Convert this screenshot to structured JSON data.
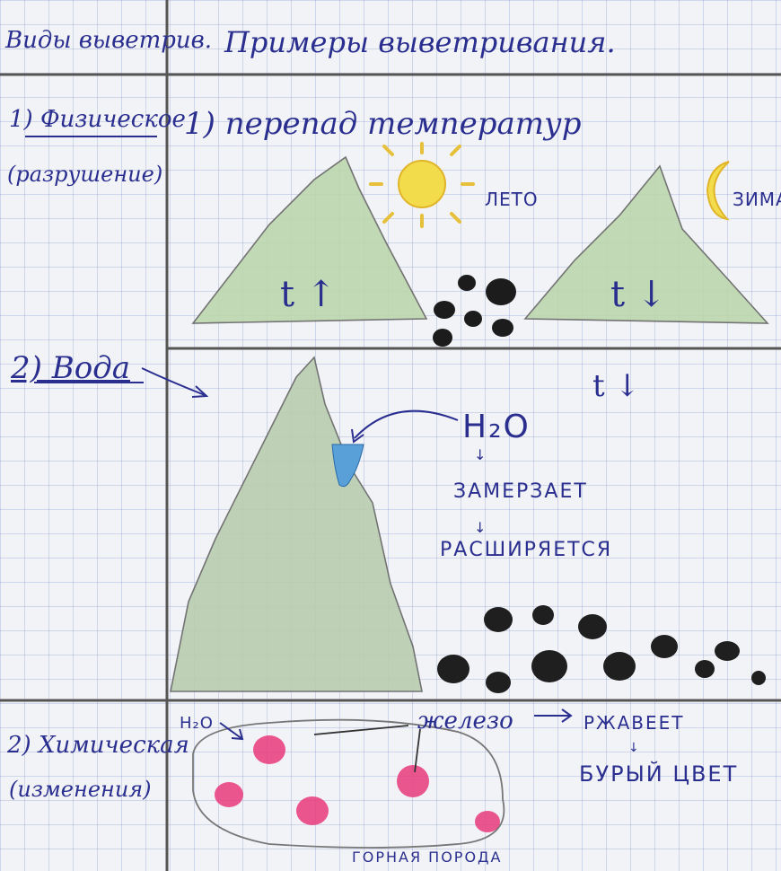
{
  "header": {
    "col1": "Виды выветрив.",
    "col2": "Примеры выветривания."
  },
  "physical": {
    "label": "1) Физическое",
    "note": "(разрушение)",
    "example": "1) перепад температур",
    "summer": "ЛЕТО",
    "winter": "ЗИМА",
    "t_up": "t ↑",
    "t_down": "t ↓"
  },
  "water": {
    "label": "2) Вода",
    "formula": "H₂O",
    "t_down": "t ↓",
    "freezes": "ЗАМЕРЗАЕТ",
    "arrow": "↓",
    "expands": "РАСШИРЯЕТСЯ"
  },
  "chemical": {
    "label": "2) Химическая",
    "note": "(изменения)",
    "h2o": "H₂O",
    "iron": "железо",
    "rusts": "РЖАВЕЕТ",
    "arrow": "↓",
    "brown": "БУРЫЙ ЦВЕТ",
    "rock": "ГОРНАЯ ПОРОДА"
  },
  "colors": {
    "ink": "#2a2f8f",
    "pencil": "#555",
    "grid": "#9aa8d6",
    "sun": "#f0d23a",
    "mountain_green": "#b6d4a4",
    "water_blue": "#5aa0d8",
    "iron_pink": "#e23a7a",
    "stone": "#222"
  }
}
